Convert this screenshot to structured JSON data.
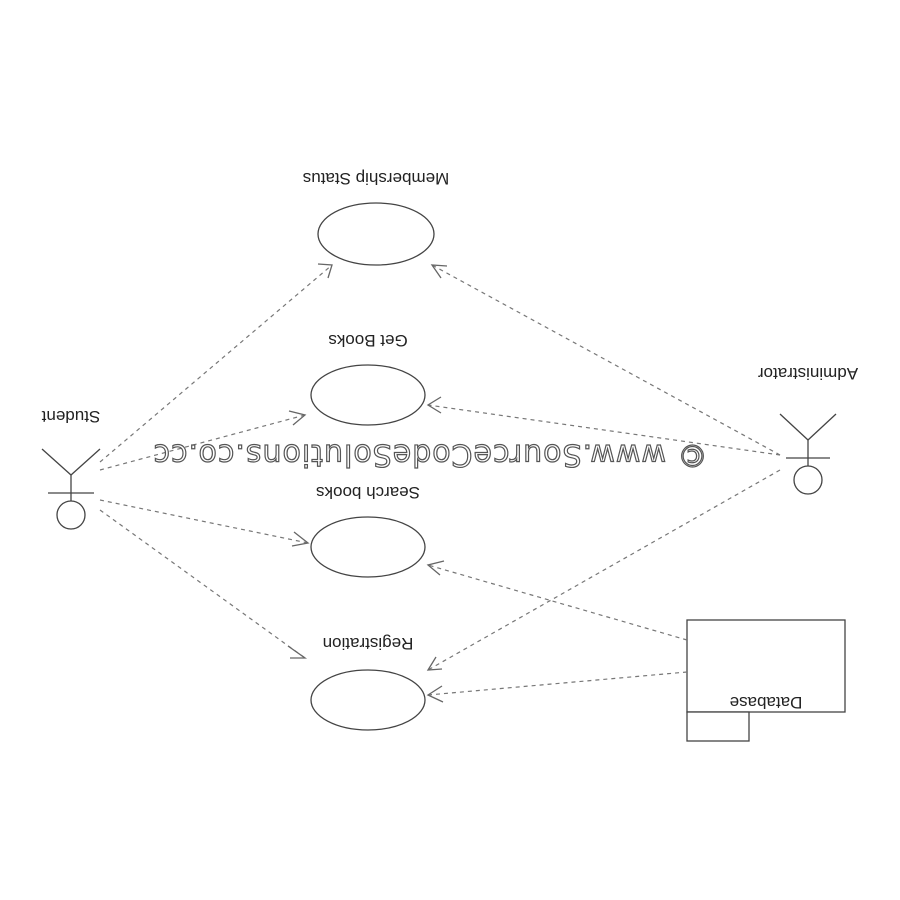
{
  "diagram": {
    "use_cases": [
      {
        "label": "Membership Status"
      },
      {
        "label": "Get Books"
      },
      {
        "label": "Search books"
      },
      {
        "label": "Registration"
      }
    ],
    "actors": {
      "student": {
        "label": "Student"
      },
      "administrator": {
        "label": "Administrator"
      }
    },
    "database": {
      "label": "Database"
    },
    "watermark": {
      "text": "© www.SourceCodeSolutions.co.cc"
    },
    "colors": {
      "line": "#444444",
      "dashed": "#777777",
      "background": "#ffffff"
    }
  }
}
